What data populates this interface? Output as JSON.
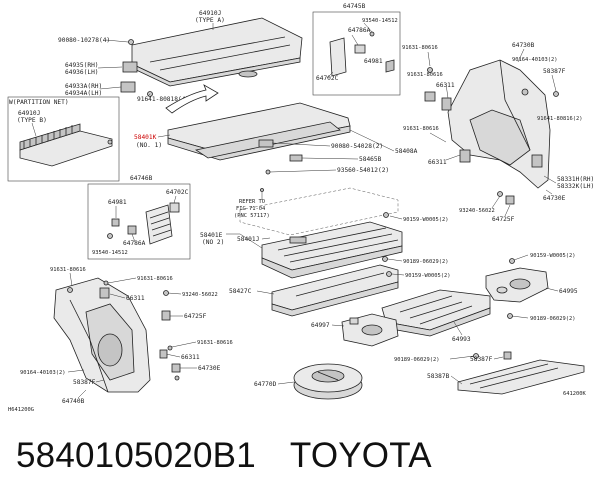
{
  "caption": {
    "part_number": "5840105020B1",
    "brand": "TOYOTA"
  },
  "labels": {
    "l64910J": "64910J",
    "type_a": "(TYPE A)",
    "l90080_10278": "90080-10278(4)",
    "l64935": "64935(RH)",
    "l64936": "64936(LH)",
    "l64933A": "64933A(RH)",
    "l64934A": "64934A(LH)",
    "l91641_80818": "91641-80818(4)",
    "partition_net": "W(PARTITION NET)",
    "l64910J_b": "64910J",
    "type_b": "(TYPE B)",
    "l64745B": "64745B",
    "l93540_14512": "93540-14512",
    "l64786A": "64786A",
    "l64981": "64981",
    "l64702C": "64702C",
    "l58401K": "58401K",
    "no1": "(NO. 1)",
    "l90080_54028": "90080-54028(2)",
    "l58408A": "58408A",
    "l58465B": "58465B",
    "l93560_54012": "93560-54012(2)",
    "l91631_80616_a": "91631-80616",
    "l64730B": "64730B",
    "l90164_40103_a": "90164-40103(2)",
    "l58387F_a": "58387F",
    "l91631_80616_b": "91631-80616",
    "l66311_a": "66311",
    "l91641_80816": "91641-80816(2)",
    "l91631_80616_c": "91631-80616",
    "l66311_b": "66311",
    "l58331H": "58331H(RH)",
    "l58332K": "58332K(LH)",
    "l64730E_a": "64730E",
    "l93240_56022_a": "93240-56022",
    "l64725F_a": "64725F",
    "l64746B": "64746B",
    "l64702C_b": "64702C",
    "l64981_b": "64981",
    "l64786A_b": "64786A",
    "l93540_14512_b": "93540-14512",
    "refer_to": "REFER TO",
    "fig": "FIG 71-04",
    "pnc": "(PNC 57117)",
    "l58401E": "58401E",
    "no2": "(NO 2)",
    "l58401J": "58401J",
    "l90159_W0005_a": "90159-W0005(2)",
    "l90189_06029_a": "90189-06029(2)",
    "l91631_80616_d": "91631-80616",
    "l91631_80616_e": "91631-80616",
    "l66311_c": "66311",
    "l93240_56022_b": "93240-56022",
    "l58427C": "58427C",
    "l90159_W0005_b": "90159-W0005(2)",
    "l90159_W0005_c": "90159-W0005(2)",
    "l64995": "64995",
    "l64725F_b": "64725F",
    "l91631_80616_f": "91631-80616",
    "l64997": "64997",
    "l90189_06029_b": "90189-06029(2)",
    "l64993": "64993",
    "l66311_d": "66311",
    "l64730E_b": "64730E",
    "l90164_40103_b": "90164-40103(2)",
    "l58387F_b": "58387F",
    "l90189_06029_c": "90189-06029(2)",
    "l58387F_c": "58387F",
    "l58387B": "58387B",
    "l64740B": "64740B",
    "l64770D": "64770D",
    "fig_left": "H641200G",
    "fig_right": "641200K"
  }
}
